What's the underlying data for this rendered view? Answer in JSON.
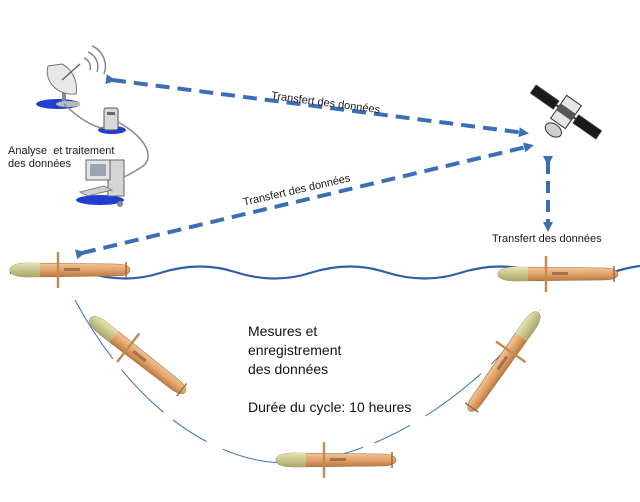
{
  "labels": {
    "transfer_top": "Transfert des données",
    "transfer_left": "Transfert des données",
    "transfer_right": "Transfert des données",
    "analysis": "Analyse  et traitement\ndes données",
    "measure_line1": "Mesures et",
    "measure_line2": "enregistrement",
    "measure_line3": "des données",
    "cycle": "Durée du cycle: 10 heures"
  },
  "colors": {
    "arrow": "#3a6fb5",
    "wave": "#2f5fa6",
    "glider_body": "#e2a26a",
    "glider_nose": "#c9c88a",
    "path": "#3a6fb5"
  },
  "icons": [
    "satellite-dish-icon",
    "modem-icon",
    "computer-icon",
    "satellite-icon",
    "glider-icon"
  ]
}
